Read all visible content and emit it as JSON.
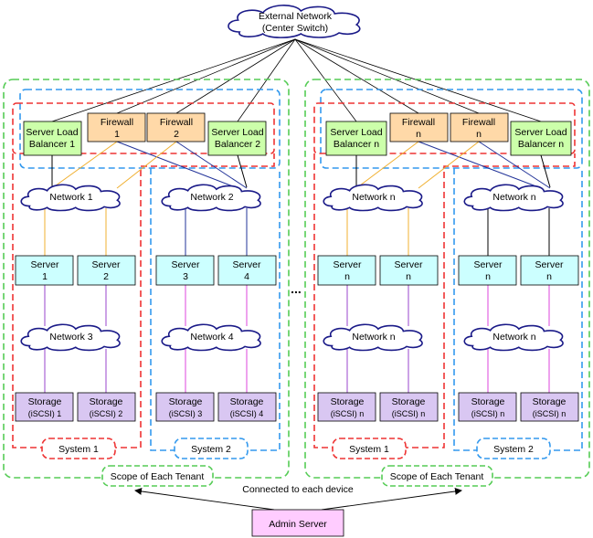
{
  "external": {
    "line1": "External Network",
    "line2": "(Center Switch)"
  },
  "ellipsis": "...",
  "connected_text": "Connected to each device",
  "admin": "Admin Server",
  "tenants": [
    {
      "slb1": [
        "Server Load",
        "Balancer 1"
      ],
      "fw1": [
        "Firewall",
        "1"
      ],
      "fw2": [
        "Firewall",
        "2"
      ],
      "slb2": [
        "Server Load",
        "Balancer 2"
      ],
      "net_a": "Network 1",
      "net_b": "Network 2",
      "net_c": "Network 3",
      "net_d": "Network 4",
      "servers": [
        [
          "Server",
          "1"
        ],
        [
          "Server",
          "2"
        ],
        [
          "Server",
          "3"
        ],
        [
          "Server",
          "4"
        ]
      ],
      "storage": [
        [
          "Storage",
          "(iSCSI) 1"
        ],
        [
          "Storage",
          "(iSCSI) 2"
        ],
        [
          "Storage",
          "(iSCSI) 3"
        ],
        [
          "Storage",
          "(iSCSI) 4"
        ]
      ],
      "system1": "System 1",
      "system2": "System 2",
      "scope": "Scope of Each Tenant"
    },
    {
      "slb1": [
        "Server Load",
        "Balancer n"
      ],
      "fw1": [
        "Firewall",
        "n"
      ],
      "fw2": [
        "Firewall",
        "n"
      ],
      "slb2": [
        "Server Load",
        "Balancer n"
      ],
      "net_a": "Network n",
      "net_b": "Network n",
      "net_c": "Network n",
      "net_d": "Network n",
      "servers": [
        [
          "Server",
          "n"
        ],
        [
          "Server",
          "n"
        ],
        [
          "Server",
          "n"
        ],
        [
          "Server",
          "n"
        ]
      ],
      "storage": [
        [
          "Storage",
          "(iSCSI) n"
        ],
        [
          "Storage",
          "(iSCSI) n"
        ],
        [
          "Storage",
          "(iSCSI) n"
        ],
        [
          "Storage",
          "(iSCSI) n"
        ]
      ],
      "system1": "System 1",
      "system2": "System 2",
      "scope": "Scope of Each Tenant"
    }
  ],
  "colors": {
    "green_fill": "#ccffaa",
    "orange_fill": "#ffd9a8",
    "cyan_fill": "#ccffff",
    "purple_fill": "#d9c7f2",
    "pink_fill": "#ffccff",
    "red_dash": "#ee3333",
    "blue_dash": "#3399ee",
    "green_dash": "#55cc55",
    "orange_line": "#f0b030",
    "navy_line": "#223399",
    "purple_line": "#9944cc",
    "magenta_line": "#dd44dd"
  }
}
